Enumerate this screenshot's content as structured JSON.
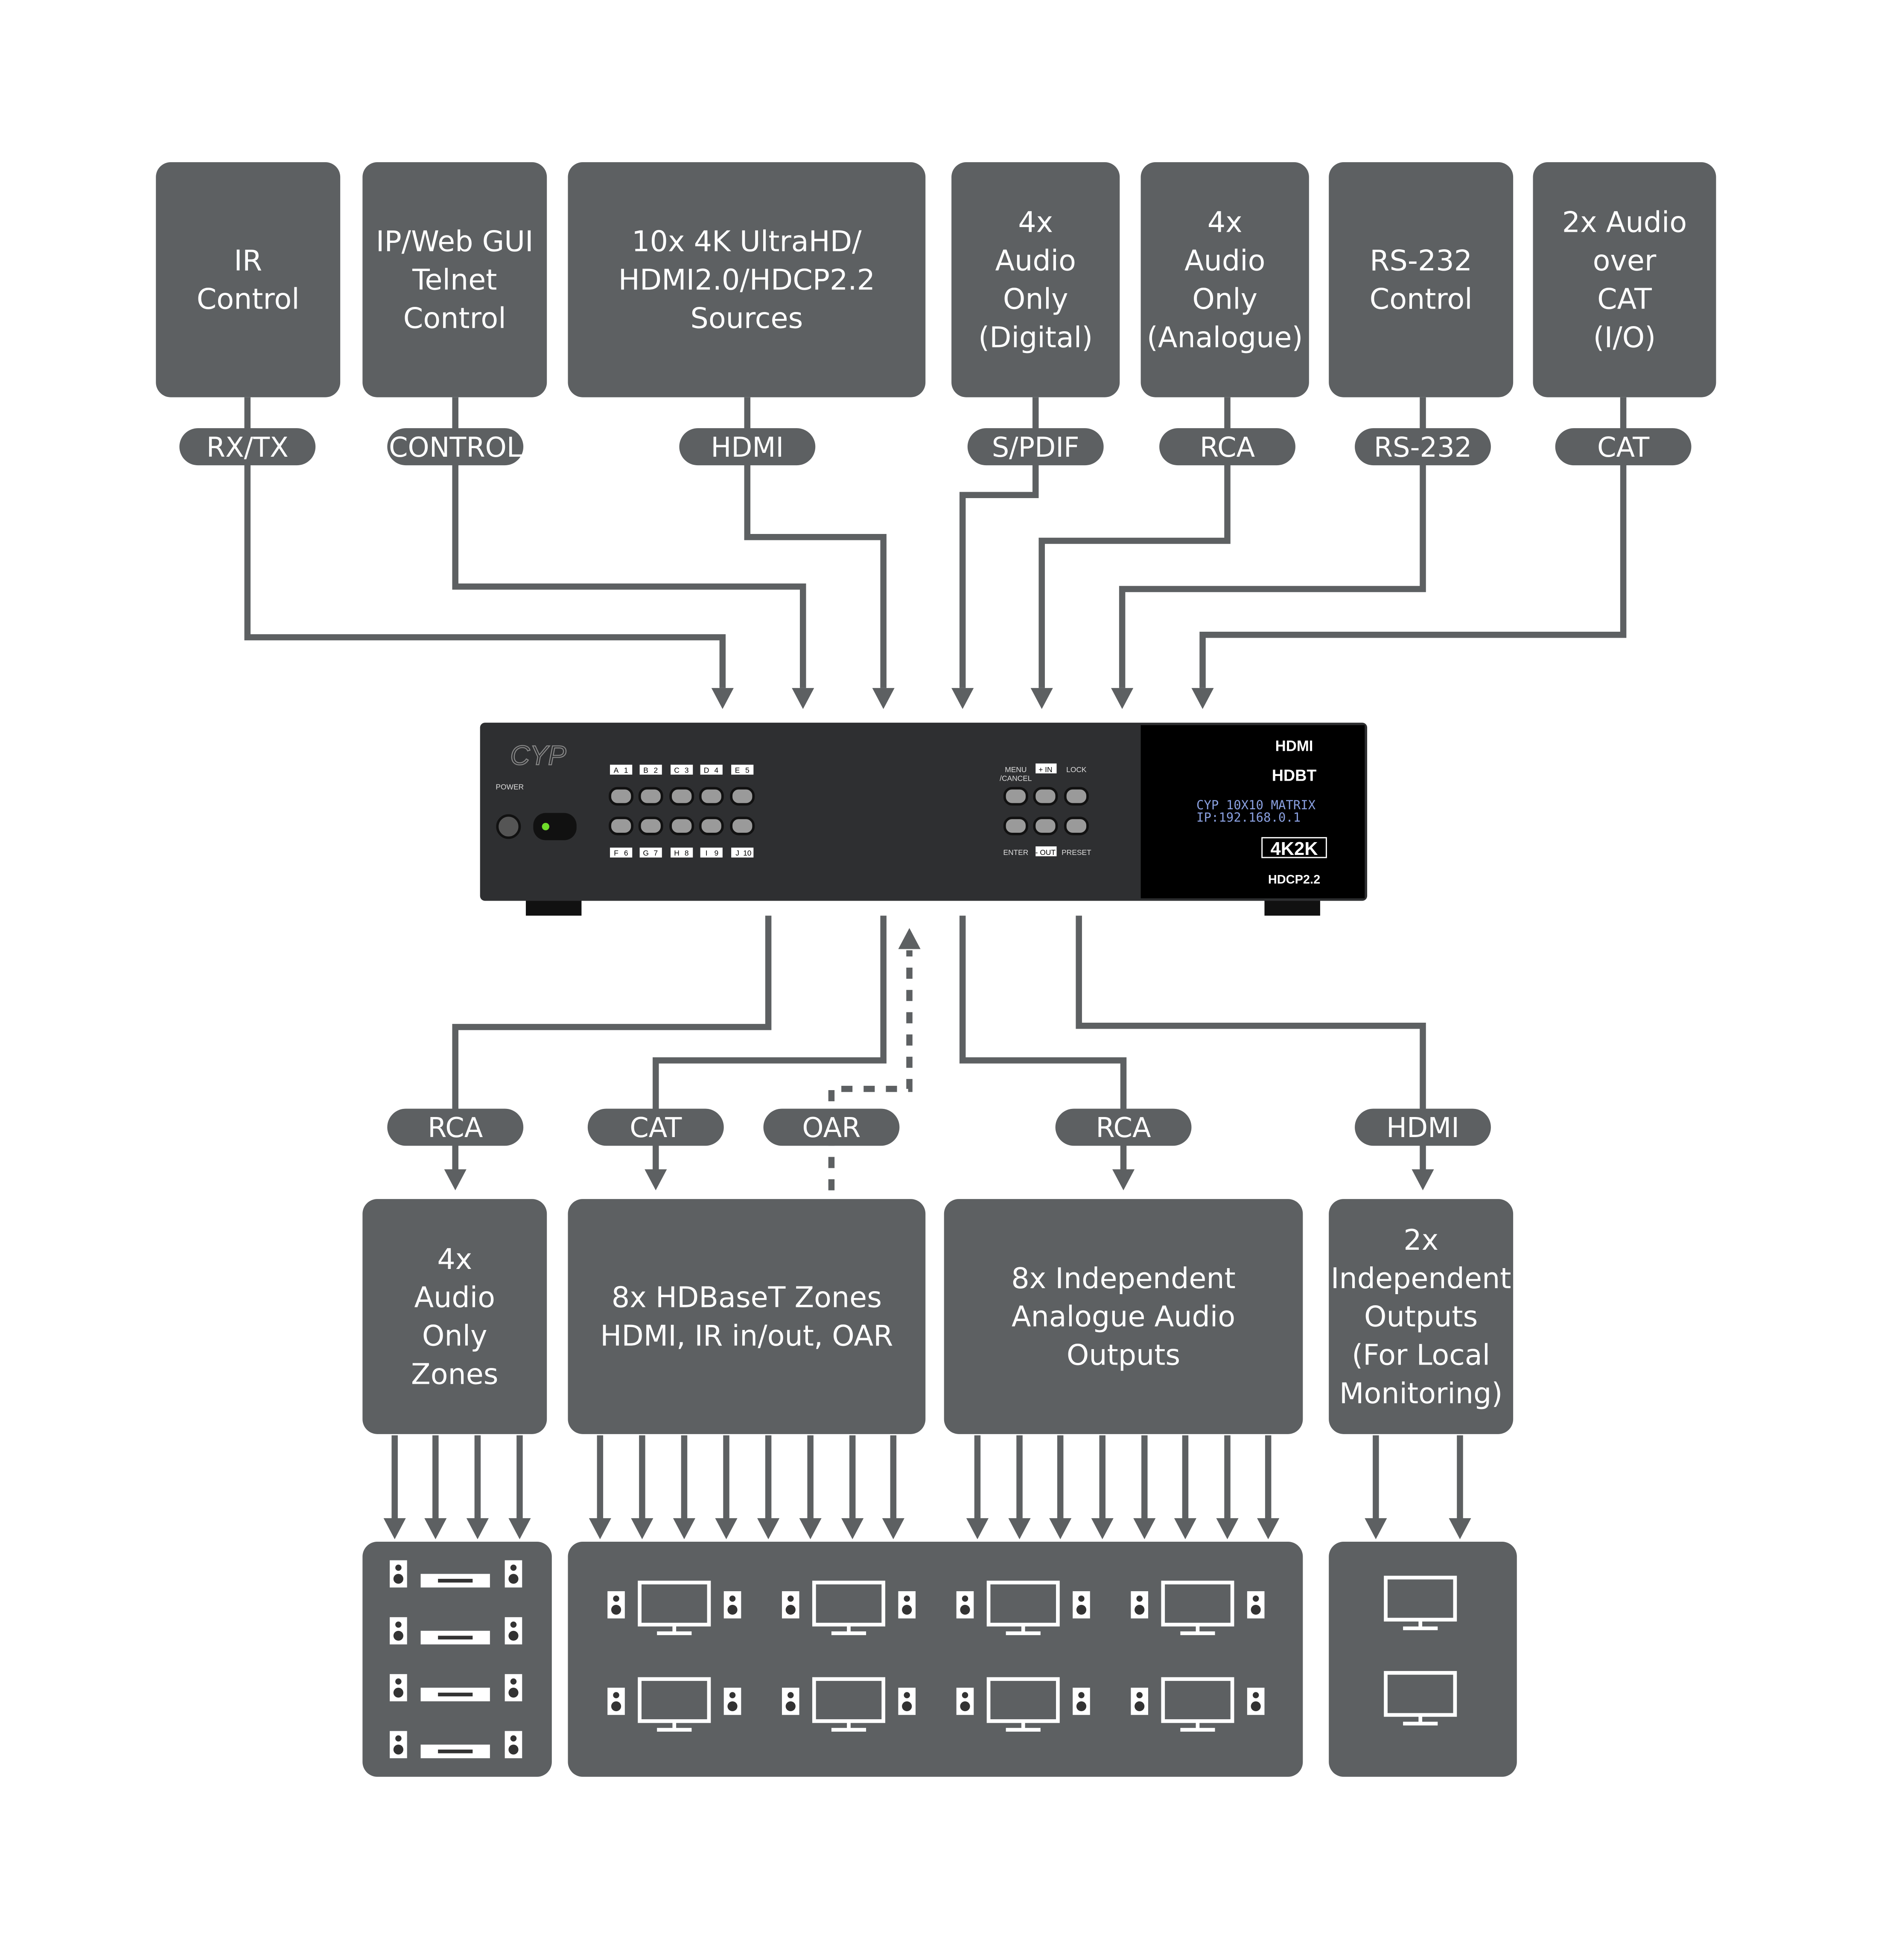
{
  "colors": {
    "box": "#5d6062",
    "device": "#2e2f31",
    "display_text": "#8aa0e0",
    "led": "#6fdc2a"
  },
  "sources": [
    {
      "lines": [
        "IR",
        "Control"
      ],
      "connector": "RX/TX"
    },
    {
      "lines": [
        "IP/Web GUI",
        "Telnet",
        "Control"
      ],
      "connector": "CONTROL"
    },
    {
      "lines": [
        "10x 4K UltraHD/",
        "HDMI2.0/HDCP2.2",
        "Sources"
      ],
      "connector": "HDMI"
    },
    {
      "lines": [
        "4x",
        "Audio",
        "Only",
        "(Digital)"
      ],
      "connector": "S/PDIF"
    },
    {
      "lines": [
        "4x",
        "Audio",
        "Only",
        "(Analogue)"
      ],
      "connector": "RCA"
    },
    {
      "lines": [
        "RS-232",
        "Control"
      ],
      "connector": "RS-232"
    },
    {
      "lines": [
        "2x Audio",
        "over",
        "CAT",
        "(I/O)"
      ],
      "connector": "CAT"
    }
  ],
  "outputs": [
    {
      "lines": [
        "4x",
        "Audio",
        "Only",
        "Zones"
      ],
      "connector": "RCA",
      "count": 4
    },
    {
      "lines": [
        "8x HDBaseT Zones",
        "HDMI, IR in/out, OAR"
      ],
      "connector": "CAT",
      "count": 8
    },
    {
      "lines": [
        "8x Independent",
        "Analogue Audio",
        "Outputs"
      ],
      "connector": "RCA",
      "count": 8
    },
    {
      "lines": [
        "2x",
        "Independent",
        "Outputs",
        "(For Local",
        "Monitoring)"
      ],
      "connector": "HDMI",
      "count": 2
    }
  ],
  "return_path": {
    "connector": "OAR",
    "style": "dashed"
  },
  "device": {
    "brand": "CYP",
    "power_label": "POWER",
    "input_top": [
      "A",
      "B",
      "C",
      "D",
      "E"
    ],
    "num_top": [
      "1",
      "2",
      "3",
      "4",
      "5"
    ],
    "input_bottom": [
      "F",
      "G",
      "H",
      "I",
      "J"
    ],
    "num_bottom": [
      "6",
      "7",
      "8",
      "9",
      "10"
    ],
    "menu_label": "MENU",
    "cancel_label": "/CANCEL",
    "in_label": "+ IN",
    "lock_label": "LOCK",
    "enter_label": "ENTER",
    "out_label": "- OUT",
    "preset_label": "PRESET",
    "display_line1": "CYP 10X10 MATRIX",
    "display_line2": "IP:192.168.0.1",
    "logo_hdmi": "HDMI",
    "logo_hdbt": "HDBT",
    "logo_4k2k": "4K2K",
    "logo_hdcp": "HDCP2.2"
  }
}
